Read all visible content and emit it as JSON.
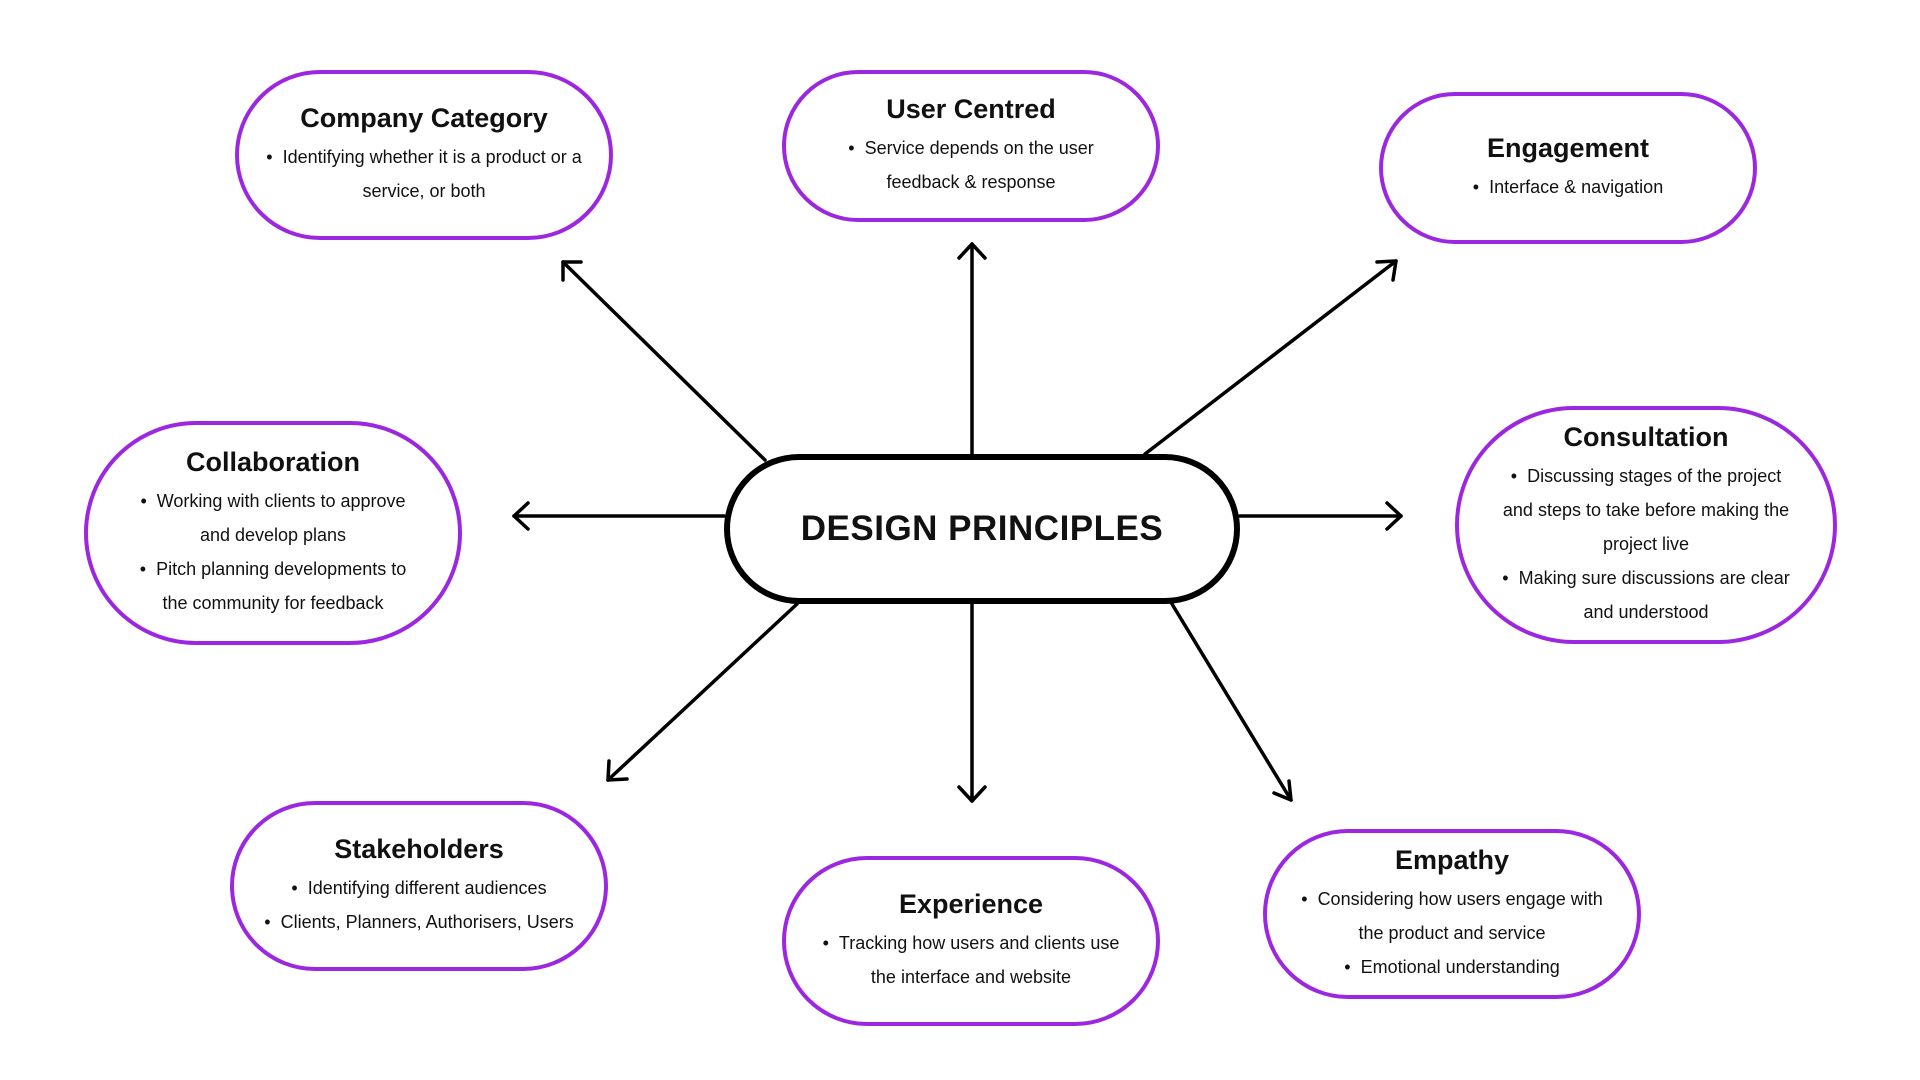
{
  "center": {
    "title": "DESIGN PRINCIPLES"
  },
  "nodes": {
    "company_category": {
      "title": "Company Category",
      "points": [
        "Identifying whether it is a product or a service, or both"
      ]
    },
    "user_centred": {
      "title": "User Centred",
      "points": [
        "Service depends on the user feedback & response"
      ]
    },
    "engagement": {
      "title": "Engagement",
      "points": [
        "Interface & navigation"
      ]
    },
    "collaboration": {
      "title": "Collaboration",
      "points": [
        "Working with clients to approve and develop plans",
        "Pitch planning developments to the community for feedback"
      ]
    },
    "consultation": {
      "title": "Consultation",
      "points": [
        "Discussing stages of the project and steps to take before making the project live",
        "Making sure discussions are clear and understood"
      ]
    },
    "stakeholders": {
      "title": "Stakeholders",
      "points": [
        "Identifying different audiences",
        "Clients, Planners, Authorisers, Users"
      ]
    },
    "experience": {
      "title": "Experience",
      "points": [
        "Tracking how users and clients use the interface and website"
      ]
    },
    "empathy": {
      "title": "Empathy",
      "points": [
        "Considering how users engage with the product and service",
        "Emotional understanding"
      ]
    }
  },
  "colors": {
    "node_border": "#9c27e0",
    "center_border": "#000000",
    "arrow": "#000000"
  }
}
